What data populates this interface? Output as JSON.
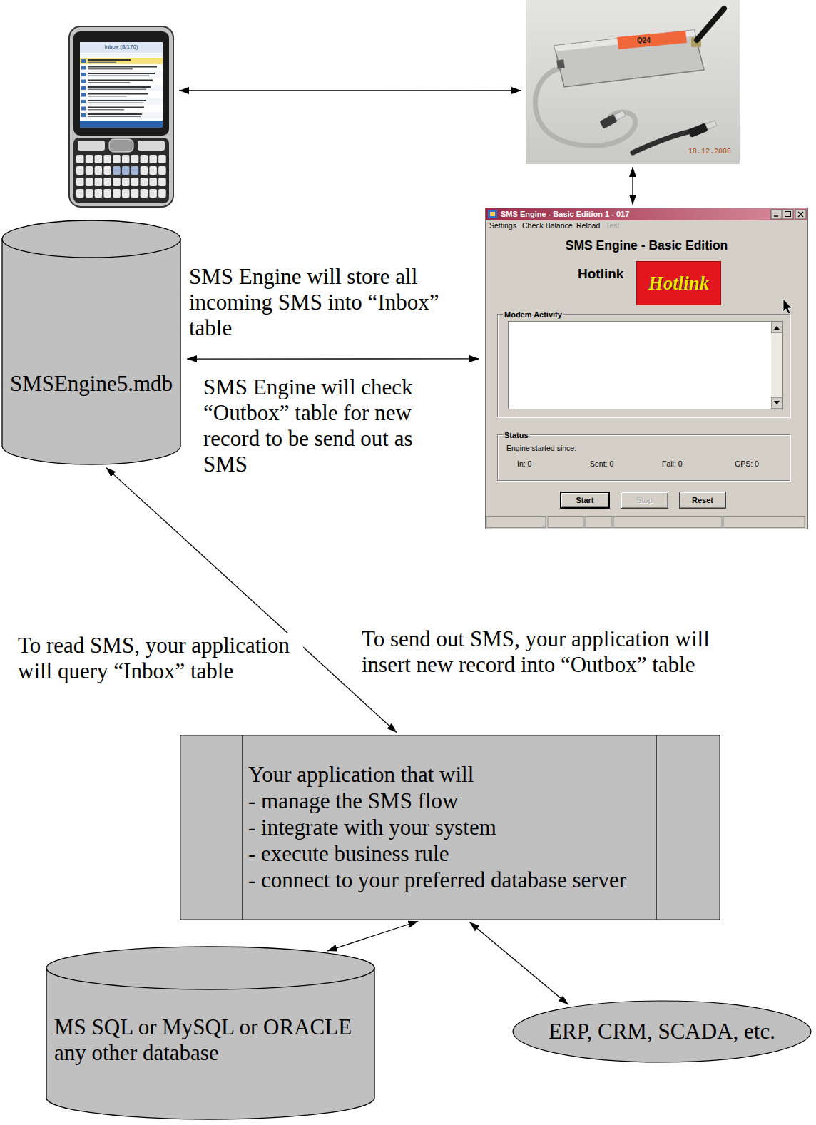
{
  "diagram": {
    "nodes": [
      {
        "text": [
          "Inbox (8/170)"
        ]
      },
      {
        "text": [
          "Q24",
          "18.12.2008"
        ]
      },
      {
        "text": [
          "SMS Engine - Basic Edition 1 - 017",
          "Settings",
          "Check Balance",
          "Reload",
          "Test",
          "SMS Engine - Basic Edition",
          "Hotlink"
        ]
      },
      {
        "text": [
          "Hotlink"
        ],
        "in": 2
      },
      {
        "text": [
          "Modem Activity"
        ],
        "in": 2
      },
      {
        "text": [
          "Status",
          "Engine started since:",
          "In: 0",
          "Sent: 0",
          "Fail: 0",
          "GPS: 0"
        ],
        "in": 2
      },
      {
        "text": [
          "Start"
        ],
        "in": 2
      },
      {
        "text": [
          "Stop"
        ],
        "in": 2
      },
      {
        "text": [
          "Reset"
        ],
        "in": 2
      },
      {
        "text": [
          "SMSEngine5.mdb"
        ]
      },
      {
        "text": [
          "Your application that will",
          "- manage the SMS flow",
          "- integrate with your system",
          "- execute business rule",
          "- connect to your preferred database server"
        ]
      },
      {
        "text": [
          "MS SQL or MySQL or ORACLE any other database"
        ]
      },
      {
        "text": [
          "ERP, CRM, SCADA, etc."
        ]
      }
    ],
    "edges": [
      {
        "from": 0,
        "to": 1,
        "arrow": "both"
      },
      {
        "from": 1,
        "to": 2,
        "arrow": "both"
      },
      {
        "from": 9,
        "to": 2,
        "arrow": "both"
      },
      {
        "from": 9,
        "to": 10,
        "arrow": "both"
      },
      {
        "from": 10,
        "to": 11,
        "arrow": "both"
      },
      {
        "from": 10,
        "to": 12,
        "arrow": "both"
      }
    ],
    "labels": [
      "SMS Engine will store all incoming SMS into “Inbox” table",
      "SMS Engine will check “Outbox” table for new record to be send out as SMS",
      "To read SMS, your application will query “Inbox” table",
      "To send out SMS, your application will insert new record into “Outbox” table"
    ]
  }
}
